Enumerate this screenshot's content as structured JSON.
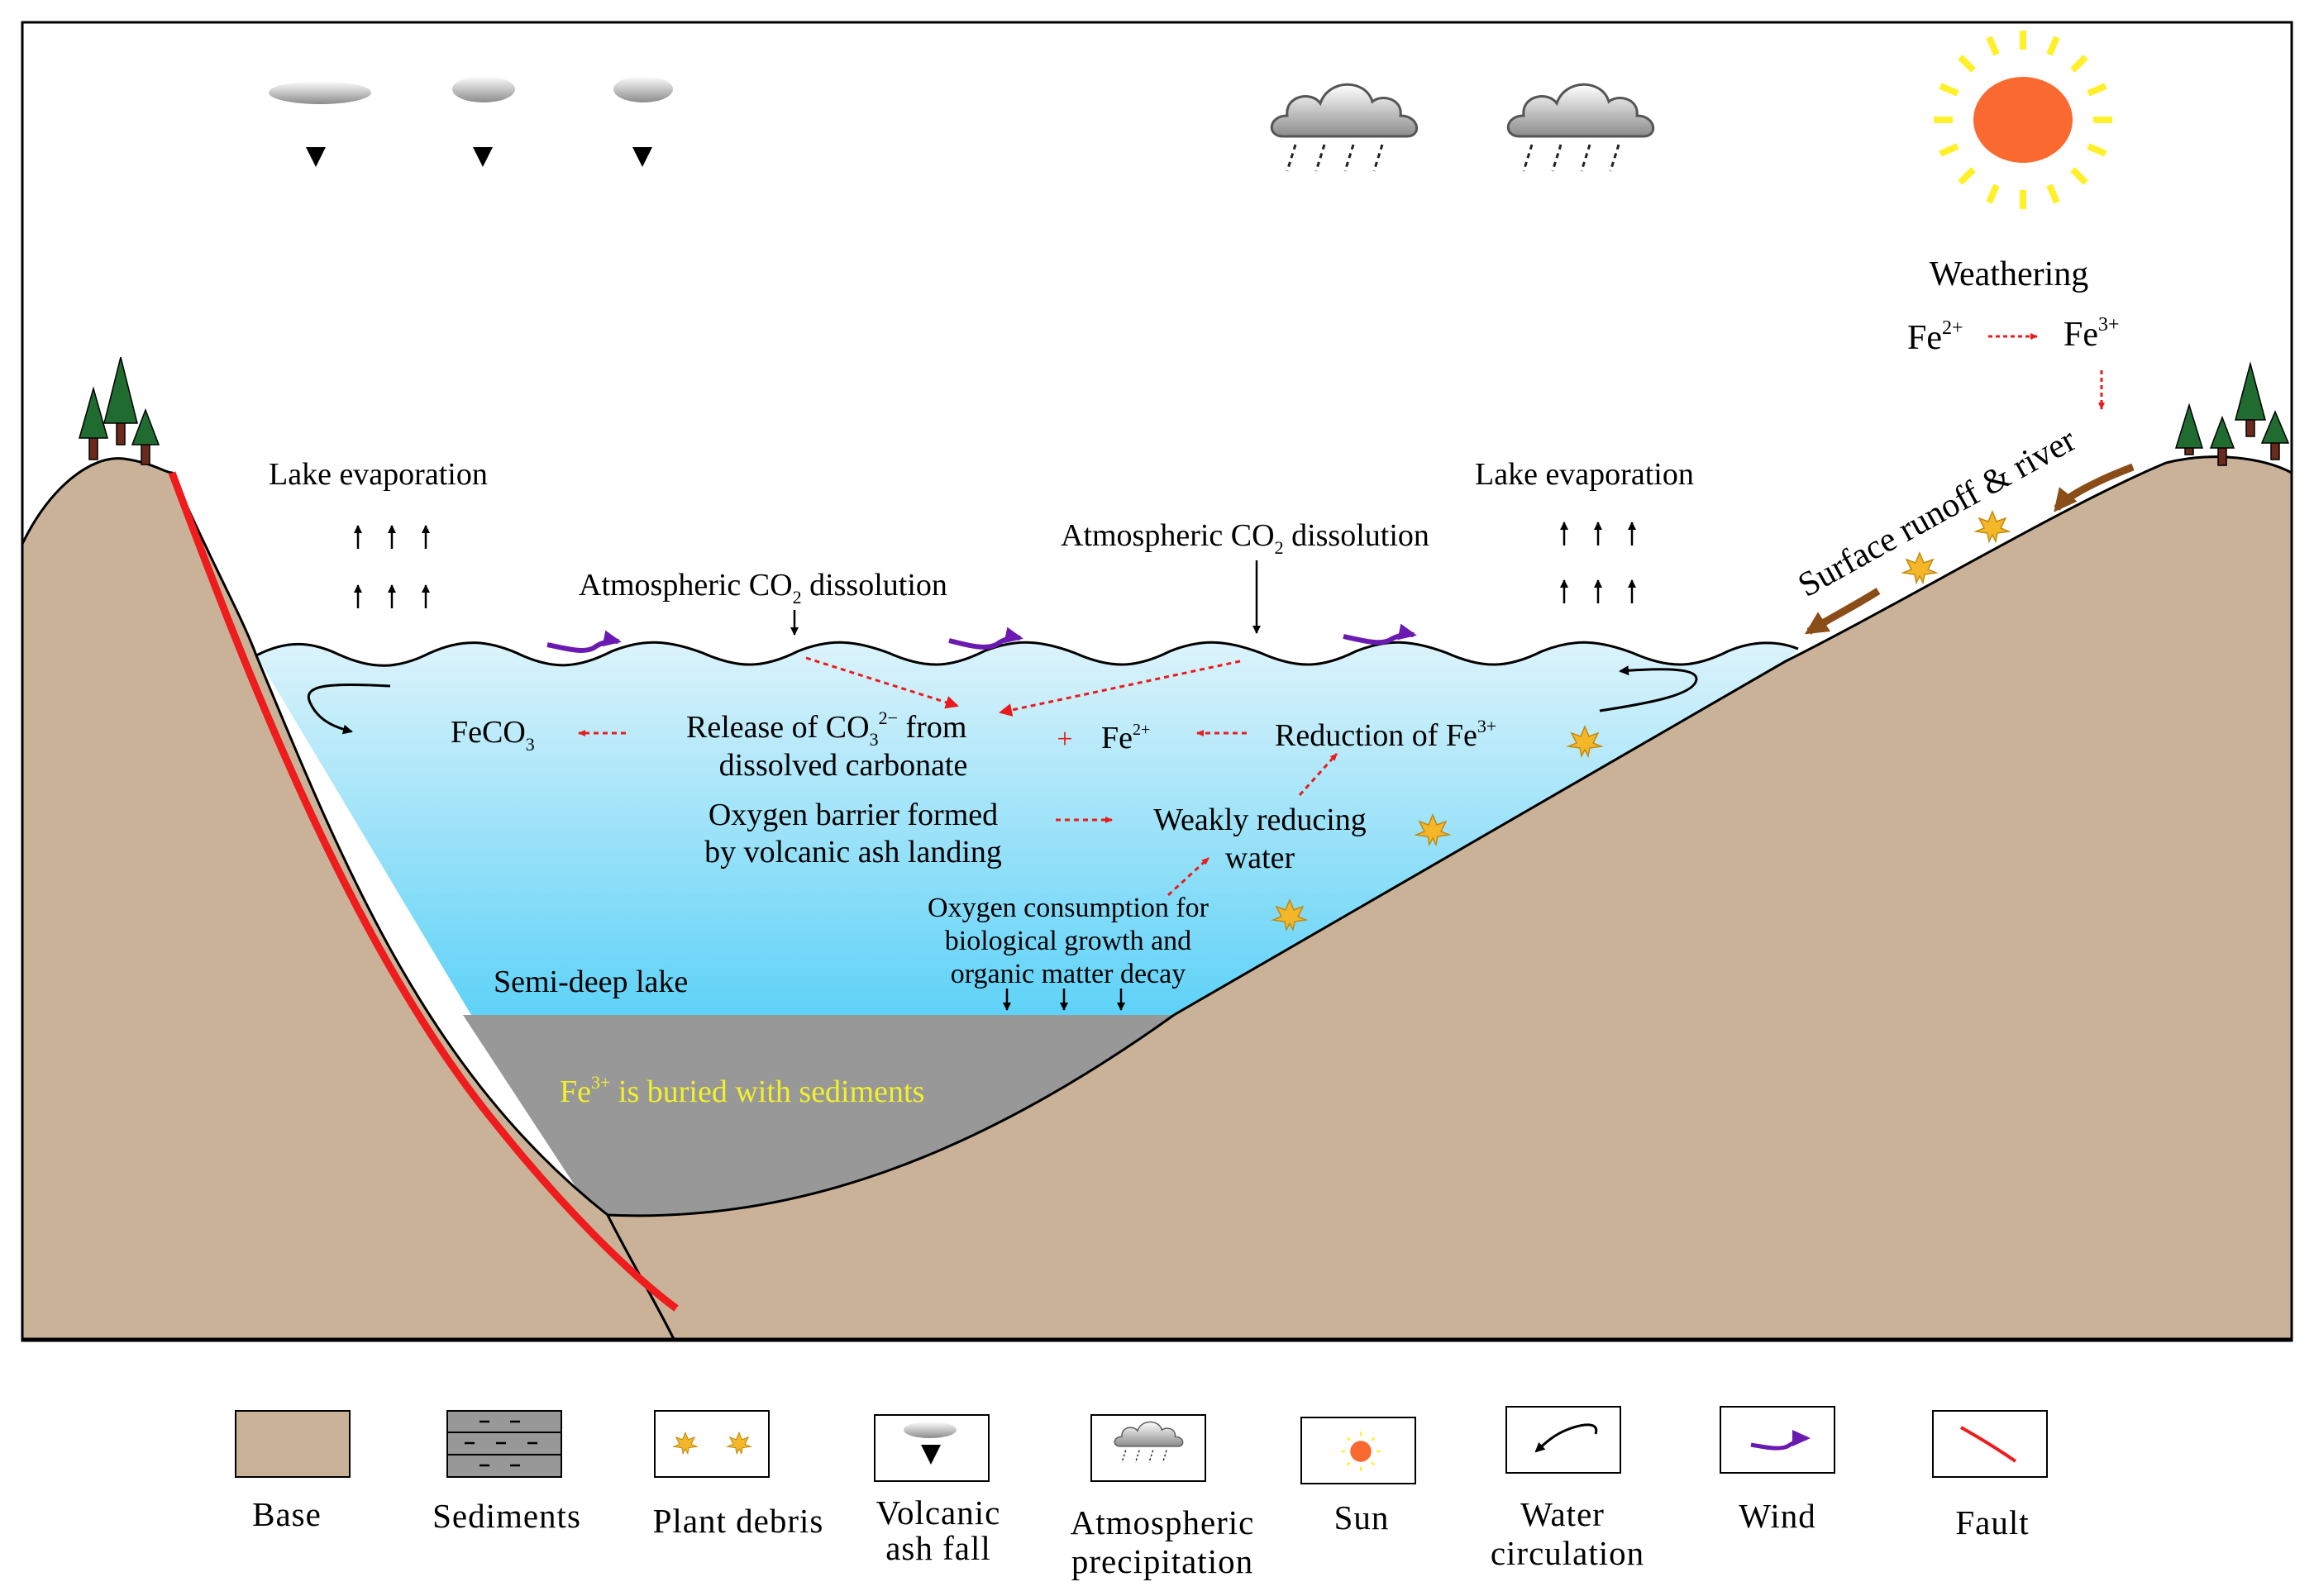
{
  "labels": {
    "weathering": "Weathering",
    "fe": "Fe",
    "fe2_sup": "2+",
    "fe3_sup": "3+",
    "lake_evap_left": "Lake evaporation",
    "lake_evap_right": "Lake evaporation",
    "atm_co2_left_a": "Atmospheric CO",
    "atm_co2_left_sub": "2",
    "atm_co2_left_b": " dissolution",
    "atm_co2_right_a": "Atmospheric CO",
    "atm_co2_right_sub": "2",
    "atm_co2_right_b": " dissolution",
    "surface_runoff": "Surface runoff & river",
    "feco3_a": "FeCO",
    "feco3_sub": "3",
    "release_a": "Release of CO",
    "release_sub": "3",
    "release_sup": "2−",
    "release_b": " from",
    "release_line2": "dissolved carbonate",
    "plus": "+",
    "fe2_label": "Fe",
    "fe2_label_sup": "2+",
    "reduction": "Reduction of Fe",
    "reduction_sup": "3+",
    "oxygen_barrier_1": "Oxygen barrier formed",
    "oxygen_barrier_2": "by volcanic ash landing",
    "weakly_reducing_1": "Weakly reducing",
    "weakly_reducing_2": "water",
    "oxygen_consumption_1": "Oxygen consumption for",
    "oxygen_consumption_2": "biological growth and",
    "oxygen_consumption_3": "organic matter decay",
    "semi_deep_lake": "Semi-deep lake",
    "buried_a": "Fe",
    "buried_sup": "3+",
    "buried_b": " is buried with sediments"
  },
  "legend": {
    "base": "Base",
    "sediments": "Sediments",
    "plant_debris": "Plant debris",
    "volcanic_1": "Volcanic",
    "volcanic_2": "ash fall",
    "atm_precip_1": "Atmospheric",
    "atm_precip_2": "precipitation",
    "sun": "Sun",
    "water_circ_1": "Water",
    "water_circ_2": "circulation",
    "wind": "Wind",
    "fault": "Fault"
  },
  "colors": {
    "base": "#c9b298",
    "sediments": "#989898",
    "water_top": "#d8f1fb",
    "water_bottom": "#5ed2f7",
    "fault": "#ee1c1c",
    "wind": "#6a1ab0",
    "runoff": "#8a4d17",
    "sun_core": "#fa6a30",
    "sun_rays": "#fff02a",
    "leaf": "#f4b72a",
    "tree": "#1f6b30",
    "trunk": "#6a2a1c",
    "buried_text": "#f3f12a",
    "red_arrow": "#e81c1c"
  }
}
